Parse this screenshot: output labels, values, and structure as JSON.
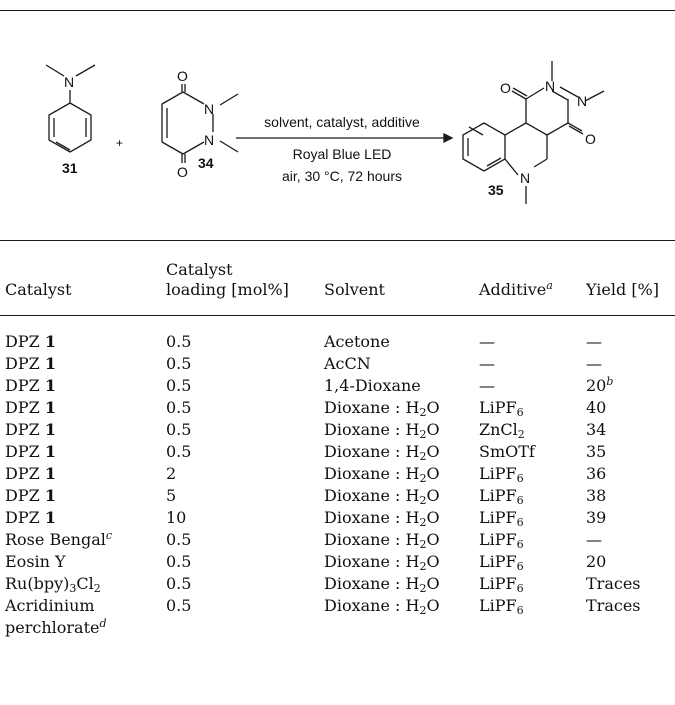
{
  "scheme": {
    "reactant1_label": "31",
    "reactant2_label": "34",
    "product_label": "35",
    "plus": "+",
    "conditions_line1": "solvent, catalyst, additive",
    "conditions_line2": "Royal Blue LED",
    "conditions_line3": "air, 30 °C, 72 hours",
    "atom_N": "N",
    "atom_O": "O"
  },
  "table": {
    "headers": {
      "catalyst": "Catalyst",
      "loading_line1": "Catalyst",
      "loading_line2": "loading [mol%]",
      "solvent": "Solvent",
      "additive": "Additive",
      "additive_note": "a",
      "yield": "Yield [%]"
    },
    "rows": [
      {
        "catalyst": "DPZ",
        "catalyst_num": "1",
        "loading": "0.5",
        "solvent": "Acetone",
        "additive": "—",
        "yield": "—"
      },
      {
        "catalyst": "DPZ",
        "catalyst_num": "1",
        "loading": "0.5",
        "solvent": "AcCN",
        "additive": "—",
        "yield": "—"
      },
      {
        "catalyst": "DPZ",
        "catalyst_num": "1",
        "loading": "0.5",
        "solvent": "1,4-Dioxane",
        "additive": "—",
        "yield": "20",
        "yield_note": "b"
      },
      {
        "catalyst": "DPZ",
        "catalyst_num": "1",
        "loading": "0.5",
        "solvent_a": "Dioxane : H",
        "solvent_sub": "2",
        "solvent_b": "O",
        "additive_a": "LiPF",
        "additive_sub": "6",
        "yield": "40"
      },
      {
        "catalyst": "DPZ",
        "catalyst_num": "1",
        "loading": "0.5",
        "solvent_a": "Dioxane : H",
        "solvent_sub": "2",
        "solvent_b": "O",
        "additive_a": "ZnCl",
        "additive_sub": "2",
        "yield": "34"
      },
      {
        "catalyst": "DPZ",
        "catalyst_num": "1",
        "loading": "0.5",
        "solvent_a": "Dioxane : H",
        "solvent_sub": "2",
        "solvent_b": "O",
        "additive": "SmOTf",
        "yield": "35"
      },
      {
        "catalyst": "DPZ",
        "catalyst_num": "1",
        "loading": "2",
        "solvent_a": "Dioxane : H",
        "solvent_sub": "2",
        "solvent_b": "O",
        "additive_a": "LiPF",
        "additive_sub": "6",
        "yield": "36"
      },
      {
        "catalyst": "DPZ",
        "catalyst_num": "1",
        "loading": "5",
        "solvent_a": "Dioxane : H",
        "solvent_sub": "2",
        "solvent_b": "O",
        "additive_a": "LiPF",
        "additive_sub": "6",
        "yield": "38"
      },
      {
        "catalyst": "DPZ",
        "catalyst_num": "1",
        "loading": "10",
        "solvent_a": "Dioxane : H",
        "solvent_sub": "2",
        "solvent_b": "O",
        "additive_a": "LiPF",
        "additive_sub": "6",
        "yield": "39"
      },
      {
        "catalyst": "Rose Bengal",
        "catalyst_note": "c",
        "loading": "0.5",
        "solvent_a": "Dioxane : H",
        "solvent_sub": "2",
        "solvent_b": "O",
        "additive_a": "LiPF",
        "additive_sub": "6",
        "yield": "—"
      },
      {
        "catalyst": "Eosin Y",
        "loading": "0.5",
        "solvent_a": "Dioxane : H",
        "solvent_sub": "2",
        "solvent_b": "O",
        "additive_a": "LiPF",
        "additive_sub": "6",
        "yield": "20"
      },
      {
        "catalyst_a": "Ru(bpy)",
        "catalyst_sub": "3",
        "catalyst_b": "Cl",
        "catalyst_sub2": "2",
        "loading": "0.5",
        "solvent_a": "Dioxane : H",
        "solvent_sub": "2",
        "solvent_b": "O",
        "additive_a": "LiPF",
        "additive_sub": "6",
        "yield": "Traces"
      },
      {
        "catalyst": "Acridinium",
        "catalyst_line2": "perchlorate",
        "catalyst_note": "d",
        "loading": "0.5",
        "solvent_a": "Dioxane : H",
        "solvent_sub": "2",
        "solvent_b": "O",
        "additive_a": "LiPF",
        "additive_sub": "6",
        "yield": "Traces"
      }
    ]
  }
}
